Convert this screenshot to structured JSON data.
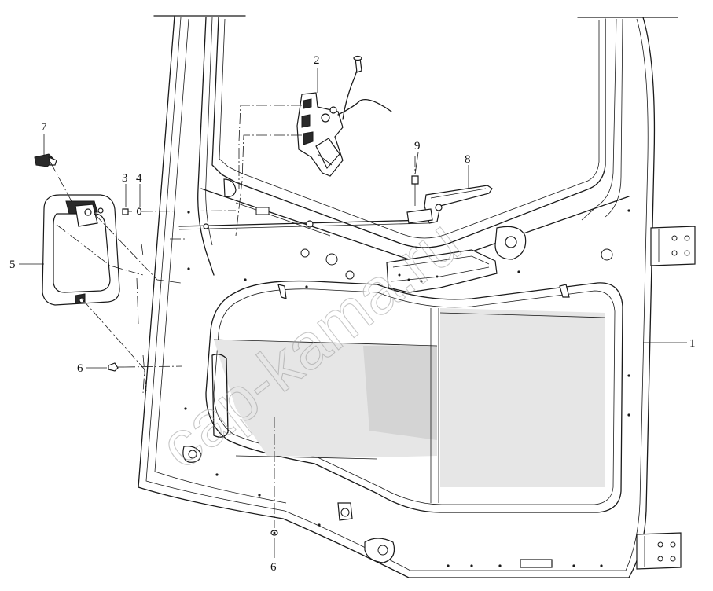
{
  "watermark": "cap-kama.ru",
  "callouts": {
    "door_panel": "1",
    "door_lock": "2",
    "bolt": "3",
    "washer": "4",
    "handle_trim": "5",
    "screw_left": "6",
    "screw_bottom": "6",
    "handle_lever": "7",
    "inner_handle": "8",
    "nut": "9"
  }
}
